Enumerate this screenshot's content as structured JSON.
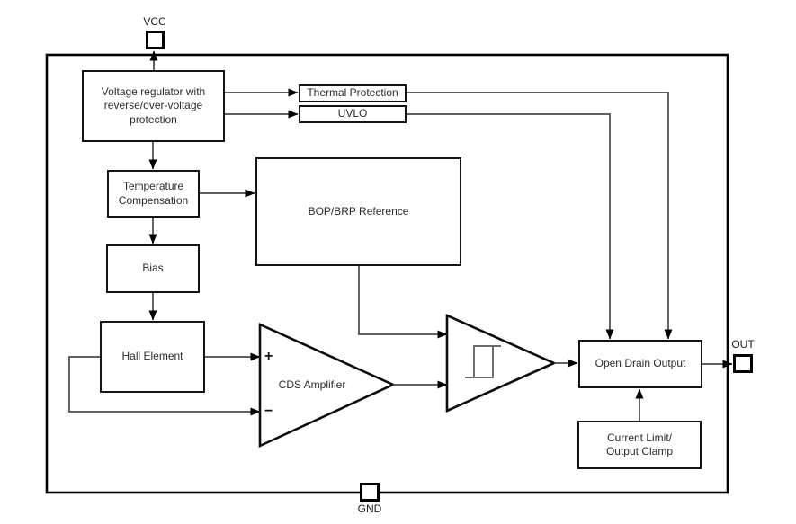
{
  "diagram": {
    "pins": {
      "vcc": "VCC",
      "out": "OUT",
      "gnd": "GND"
    },
    "blocks": {
      "voltage_regulator": "Voltage regulator with reverse/over-voltage protection",
      "thermal_protection": "Thermal Protection",
      "uvlo": "UVLO",
      "temperature_compensation": "Temperature Compensation",
      "bop_brp_reference": "BOP/BRP Reference",
      "bias": "Bias",
      "hall_element": "Hall Element",
      "open_drain_output": "Open Drain Output",
      "current_limit": "Current Limit/ Output Clamp"
    },
    "cds": {
      "label": "CDS Amplifier",
      "plus": "+",
      "minus": "−"
    },
    "icons": {
      "schmitt_symbol": "hysteresis-icon"
    },
    "colors": {
      "background": "#ffffff",
      "box_border": "#141414",
      "wire": "#4a4a4a",
      "arrowhead": "#000000",
      "chip_boundary": "#000000"
    }
  }
}
